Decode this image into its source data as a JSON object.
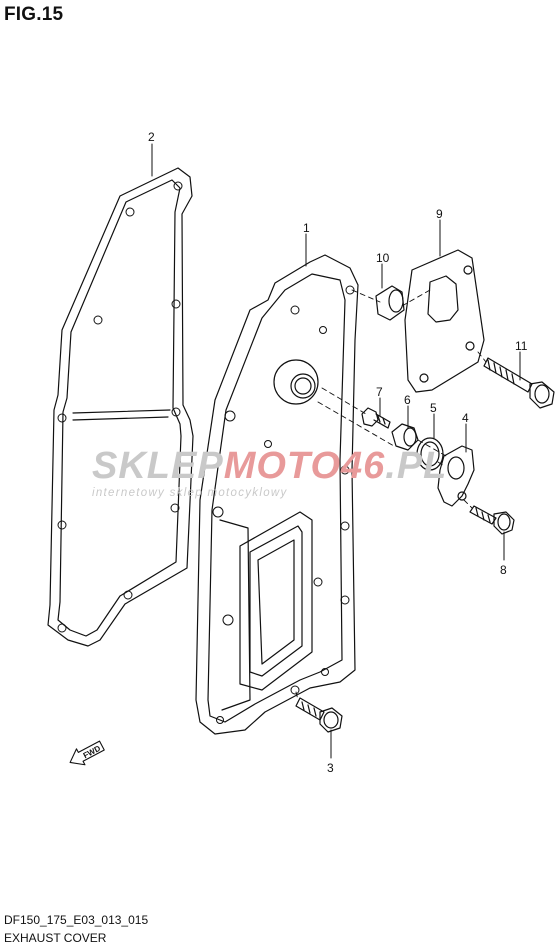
{
  "figure": {
    "title": "FIG.15",
    "code": "DF150_175_E03_013_015",
    "caption": "EXHAUST COVER"
  },
  "callouts": [
    {
      "id": "2",
      "label": "2"
    },
    {
      "id": "1",
      "label": "1"
    },
    {
      "id": "10",
      "label": "10"
    },
    {
      "id": "9",
      "label": "9"
    },
    {
      "id": "11",
      "label": "11"
    },
    {
      "id": "7",
      "label": "7"
    },
    {
      "id": "6",
      "label": "6"
    },
    {
      "id": "5",
      "label": "5"
    },
    {
      "id": "4",
      "label": "4"
    },
    {
      "id": "8",
      "label": "8"
    },
    {
      "id": "3",
      "label": "3"
    }
  ],
  "fwd_arrow": {
    "label": "FWD"
  },
  "watermark": {
    "brand_left": "SKLEP",
    "brand_mid": "MOTO",
    "brand_accent": "46",
    "brand_tld": ".PL",
    "tagline": "internetowy sklep motocyklowy",
    "colors": {
      "grey": "#c9c9c9",
      "red": "#e89a9a"
    }
  }
}
